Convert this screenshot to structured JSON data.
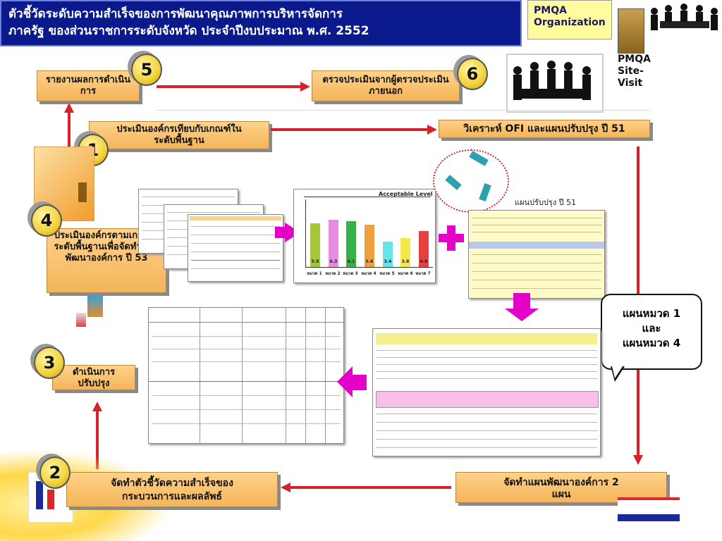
{
  "title": {
    "line1": "ตัวชี้วัดระดับความสำเร็จของการพัฒนาคุณภาพการบริหารจัดการ",
    "line2": "ภาครัฐ ของส่วนราชการระดับจังหวัด ประจำปีงบประมาณ พ.ศ. 2552"
  },
  "pmqa_org": {
    "line1": "PMQA",
    "line2": "Organization"
  },
  "pmqa_site": {
    "line1": "PMQA",
    "line2": "Site-",
    "line3": "Visit"
  },
  "steps": {
    "s5": {
      "number": "5",
      "label": "รายงานผลการดำเนินการ"
    },
    "s6": {
      "number": "6",
      "label": "ตรวจประเมินจากผู้ตรวจประเมินภายนอก"
    },
    "s1": {
      "number": "1",
      "label": "ประเมินองค์กรเทียบกับเกณฑ์ในระดับพื้นฐาน"
    },
    "s4": {
      "number": "4",
      "label": "ประเมินองค์กรตามเกณฑ์ฯ ระดับพื้นฐานเพื่อจัดทำแผนพัฒนาองค์การ ปี 53"
    },
    "s3": {
      "number": "3",
      "label": "ดำเนินการปรับปรุง"
    },
    "s2": {
      "number": "2",
      "label": "จัดทำตัวชี้วัดความสำเร็จของกระบวนการและผลลัพธ์"
    }
  },
  "ofi_box": "วิเคราะห์ OFI และแผนปรับปรุง ปี 51",
  "plan_box": "จัดทำแผนพัฒนาองค์การ 2 แผน",
  "plan_caption": "แผนปรับปรุง ปี 51",
  "callout": {
    "line1": "แผนหมวด 1",
    "line2": "และ",
    "line3": "แผนหมวด 4"
  },
  "colors": {
    "title_bg": "#0a1a8c",
    "box": "#f4b45a",
    "arrow": "#d4232a",
    "accent": "#e400c8"
  },
  "chart_data": {
    "type": "bar",
    "title": "Acceptable Level",
    "categories": [
      "หมวด 1",
      "หมวด 2",
      "หมวด 3",
      "หมวด 4",
      "หมวด 5",
      "หมวด 6",
      "หมวด 7"
    ],
    "values": [
      5.8,
      6.3,
      6.1,
      5.6,
      3.4,
      3.8,
      4.8
    ],
    "colors": [
      "#a6c63a",
      "#e58be0",
      "#37b24a",
      "#f0a03c",
      "#68e3e8",
      "#f4e84a",
      "#e8403c"
    ],
    "ylim": [
      0,
      9
    ]
  }
}
